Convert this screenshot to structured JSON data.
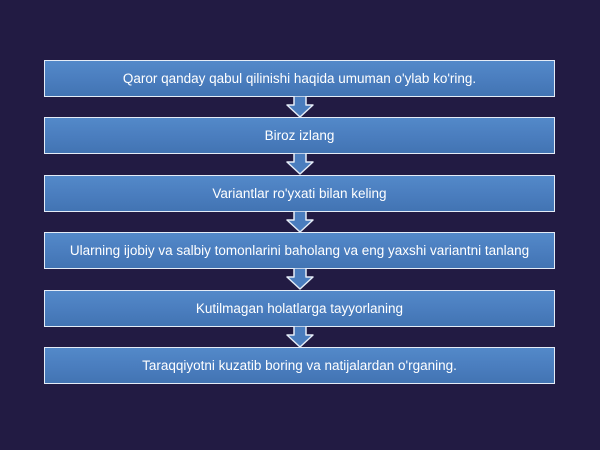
{
  "diagram": {
    "type": "vertical-process-flow",
    "colors": {
      "background": "#221b43",
      "box_fill": "#4a7dbe",
      "box_border": "#e4ecf7",
      "text": "#ffffff"
    },
    "steps": [
      {
        "label": "Qaror qanday qabul qilinishi haqida umuman o'ylab ko'ring."
      },
      {
        "label": "Biroz izlang"
      },
      {
        "label": "Variantlar ro'yxati bilan keling"
      },
      {
        "label": "Ularning ijobiy va salbiy tomonlarini baholang va eng yaxshi variantni tanlang"
      },
      {
        "label": "Kutilmagan holatlarga tayyorlaning"
      },
      {
        "label": "Taraqqiyotni kuzatib boring va natijalardan o'rganing."
      }
    ],
    "connectors": [
      {
        "from": 0,
        "to": 1,
        "icon": "down-arrow-icon"
      },
      {
        "from": 1,
        "to": 2,
        "icon": "down-arrow-icon"
      },
      {
        "from": 2,
        "to": 3,
        "icon": "down-arrow-icon"
      },
      {
        "from": 3,
        "to": 4,
        "icon": "down-arrow-icon"
      },
      {
        "from": 4,
        "to": 5,
        "icon": "down-arrow-icon"
      }
    ]
  }
}
